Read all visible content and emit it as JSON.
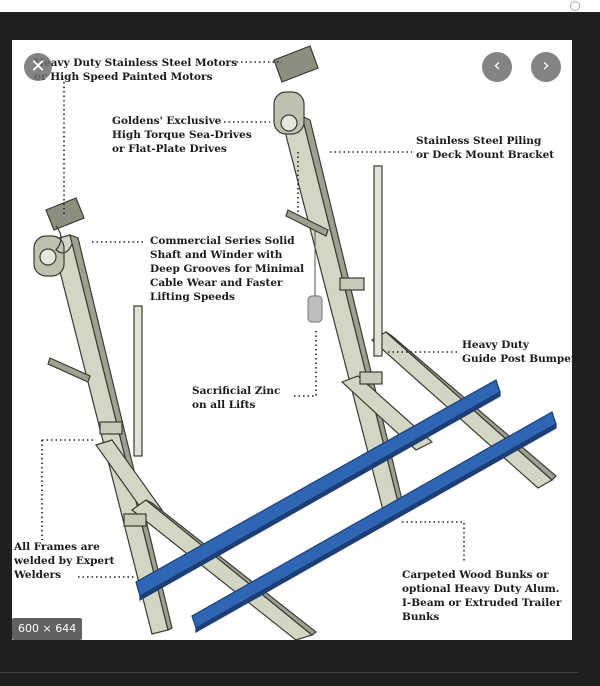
{
  "viewer": {
    "size_badge": "600 × 644",
    "close_glyph": "✕",
    "prev_glyph": "‹",
    "next_glyph": "›",
    "icons": {
      "close": "close-icon",
      "prev": "chevron-left-icon",
      "next": "chevron-right-icon"
    }
  },
  "colors": {
    "frame": "#d4d6c4",
    "frame_shadow": "#9fa190",
    "outline": "#3b3b33",
    "bunk": "#2f66b3",
    "bunk_dark": "#1d3f75",
    "leader": "#222222"
  },
  "diagram": {
    "labels": [
      {
        "name": "label-motors",
        "lines": [
          "Heavy Duty Stainless Steel Motors",
          "or High Speed Painted Motors"
        ]
      },
      {
        "name": "label-sea-drives",
        "lines": [
          "Goldens' Exclusive",
          "High Torque Sea-Drives",
          "or  Flat-Plate Drives"
        ]
      },
      {
        "name": "label-piling",
        "lines": [
          "Stainless Steel Piling",
          "or Deck Mount Bracket"
        ]
      },
      {
        "name": "label-shaft-winder",
        "lines": [
          "Commercial Series Solid",
          "Shaft and Winder with",
          "Deep Grooves for Minimal",
          "Cable Wear and Faster",
          "Lifting Speeds"
        ]
      },
      {
        "name": "label-guide-post",
        "lines": [
          "Heavy Duty",
          "Guide Post Bumpers"
        ]
      },
      {
        "name": "label-zinc",
        "lines": [
          "Sacrificial Zinc",
          "on all Lifts"
        ]
      },
      {
        "name": "label-frames",
        "lines": [
          "All Frames are",
          "welded by Expert",
          "Welders"
        ]
      },
      {
        "name": "label-bunks",
        "lines": [
          "Carpeted Wood Bunks or",
          "optional Heavy Duty Alum.",
          "I-Beam or Extruded Trailer",
          "Bunks"
        ]
      }
    ]
  }
}
